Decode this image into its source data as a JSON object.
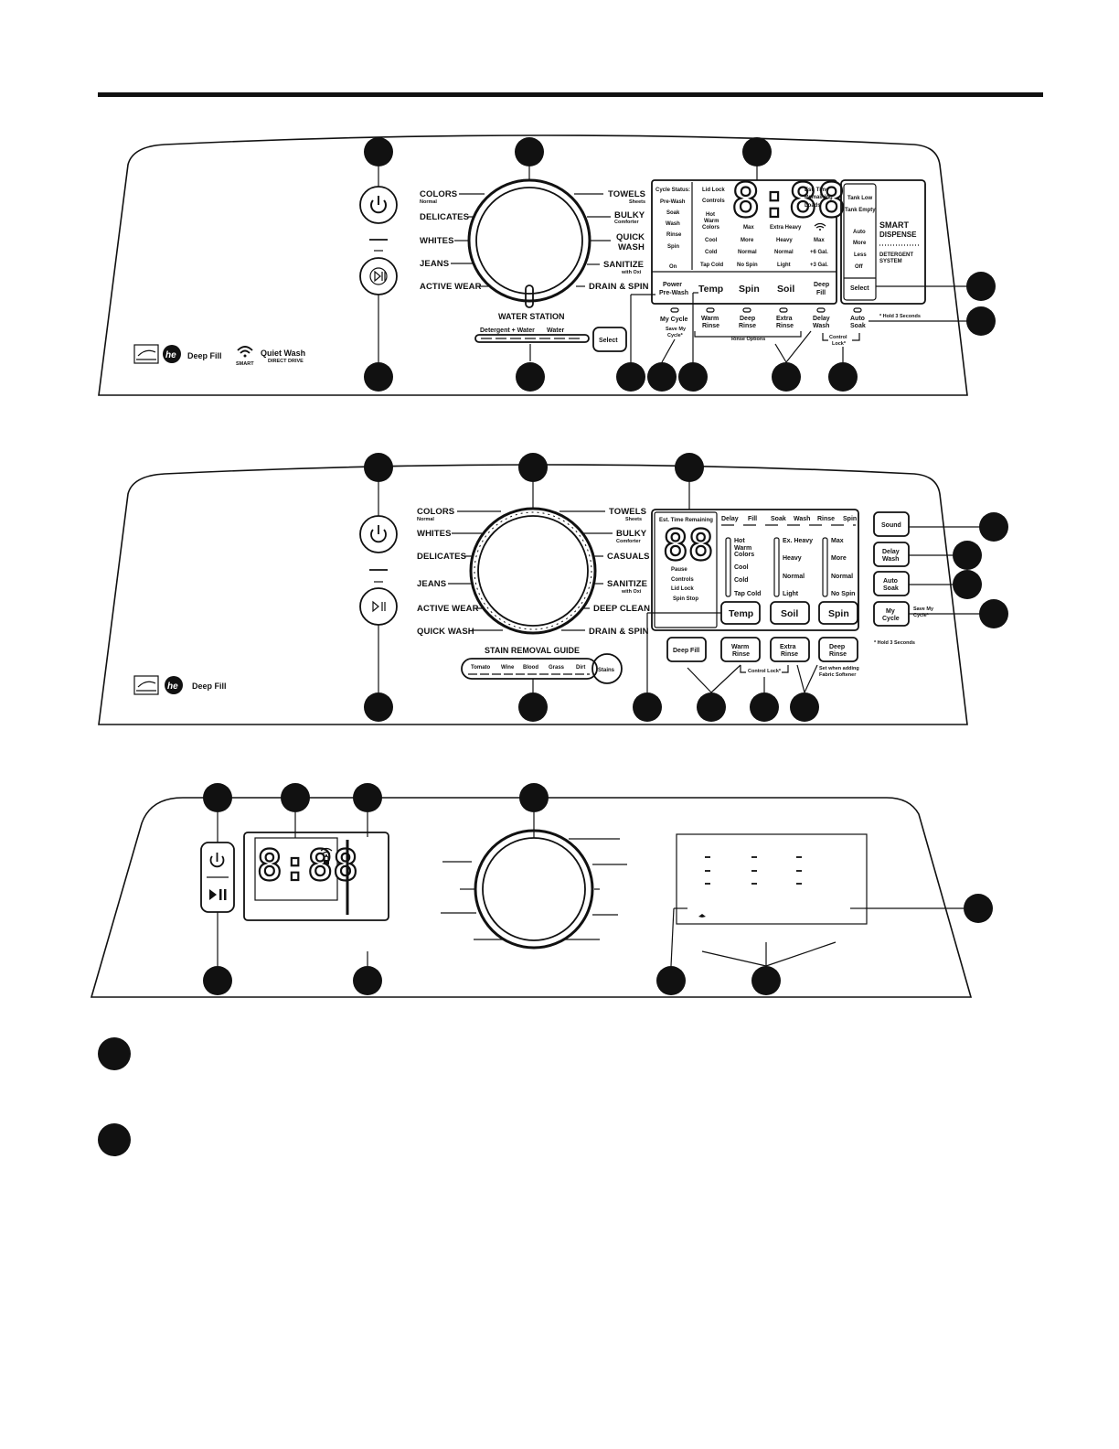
{
  "panel1": {
    "dial_left": [
      {
        "label": "COLORS",
        "sub": "Normal"
      },
      {
        "label": "DELICATES",
        "sub": ""
      },
      {
        "label": "WHITES",
        "sub": ""
      },
      {
        "label": "JEANS",
        "sub": ""
      },
      {
        "label": "ACTIVE WEAR",
        "sub": ""
      }
    ],
    "dial_right": [
      {
        "label": "TOWELS",
        "sub": "Sheets"
      },
      {
        "label": "BULKY",
        "sub": "Comforter"
      },
      {
        "label": "QUICK",
        "sub": "WASH"
      },
      {
        "label": "SANITIZE",
        "sub": "with Oxi"
      },
      {
        "label": "DRAIN & SPIN",
        "sub": ""
      }
    ],
    "water_station": {
      "title": "WATER STATION",
      "left": "Detergent + Water",
      "right": "Water",
      "select": "Select"
    },
    "display": {
      "time": "8:88",
      "col_status": [
        "Cycle Status:",
        "Pre-Wash",
        "Soak",
        "Wash",
        "Rinse",
        "Spin",
        "On"
      ],
      "col_lid": [
        "Lid Lock",
        "Controls"
      ],
      "col_temp": [
        "Hot",
        "Warm",
        "Colors",
        "Cool",
        "Cold",
        "Tap Cold"
      ],
      "col_spin": [
        "Max",
        "More",
        "Normal",
        "No Spin"
      ],
      "col_soil": [
        "Extra Heavy",
        "Heavy",
        "Normal",
        "Light"
      ],
      "col_fill": [
        "Max",
        "+6 Gal.",
        "+3 Gal."
      ],
      "est": [
        "Est. Time",
        "Remaining",
        "Loads"
      ],
      "buttons": [
        "Power",
        "Pre-Wash",
        "Temp",
        "Spin",
        "Soil",
        "Deep",
        "Fill"
      ]
    },
    "smart": {
      "tank_low": "Tank Low",
      "tank_empty": "Tank Empty",
      "levels": [
        "Auto",
        "More",
        "Less",
        "Off"
      ],
      "select": "Select",
      "title1": "SMART",
      "title2": "DISPENSE",
      "title3": "DETERGENT",
      "title4": "SYSTEM"
    },
    "below": {
      "my_cycle": "My Cycle",
      "save1": "Save My",
      "save2": "Cycle*",
      "warm_rinse": [
        "Warm",
        "Rinse"
      ],
      "deep_rinse": [
        "Deep",
        "Rinse"
      ],
      "extra_rinse": [
        "Extra",
        "Rinse"
      ],
      "delay_wash": [
        "Delay",
        "Wash"
      ],
      "auto_soak": [
        "Auto",
        "Soak"
      ],
      "rinse_options": "Rinse Options",
      "control_lock": [
        "Control",
        "Lock*"
      ],
      "hold": "* Hold 3 Seconds"
    },
    "logos": {
      "he": "he",
      "deep_fill": "Deep Fill",
      "smart": "SMART",
      "quiet": "Quiet Wash",
      "direct": "DIRECT DRIVE"
    }
  },
  "panel2": {
    "dial_left": [
      {
        "label": "COLORS",
        "sub": "Normal"
      },
      {
        "label": "WHITES",
        "sub": ""
      },
      {
        "label": "DELICATES",
        "sub": ""
      },
      {
        "label": "JEANS",
        "sub": ""
      },
      {
        "label": "ACTIVE WEAR",
        "sub": ""
      },
      {
        "label": "QUICK WASH",
        "sub": ""
      }
    ],
    "dial_right": [
      {
        "label": "TOWELS",
        "sub": "Sheets"
      },
      {
        "label": "BULKY",
        "sub": "Comforter"
      },
      {
        "label": "CASUALS",
        "sub": ""
      },
      {
        "label": "SANITIZE",
        "sub": "with Oxi"
      },
      {
        "label": "DEEP CLEAN",
        "sub": ""
      },
      {
        "label": "DRAIN & SPIN",
        "sub": ""
      }
    ],
    "stain": {
      "title": "STAIN REMOVAL GUIDE",
      "items": [
        "Tomato",
        "Wine",
        "Blood",
        "Grass",
        "Dirt"
      ],
      "button": "Stains"
    },
    "display": {
      "est": "Est. Time Remaining",
      "digits": "88",
      "status": [
        "Pause",
        "Controls",
        "Lid Lock",
        "Spin Stop"
      ],
      "phases": [
        "Delay",
        "Fill",
        "Soak",
        "Wash",
        "Rinse",
        "Spin"
      ],
      "temp": [
        "Hot",
        "Warm",
        "Colors",
        "Cool",
        "Cold",
        "Tap Cold"
      ],
      "soil": [
        "Ex. Heavy",
        "Heavy",
        "Normal",
        "Light"
      ],
      "spin": [
        "Max",
        "More",
        "Normal",
        "No Spin"
      ],
      "buttons": [
        "Temp",
        "Soil",
        "Spin"
      ]
    },
    "right_buttons": [
      [
        "Sound",
        ""
      ],
      [
        "Delay",
        "Wash"
      ],
      [
        "Auto",
        "Soak"
      ],
      [
        "My",
        "Cycle"
      ]
    ],
    "save": [
      "Save My",
      "Cycle*"
    ],
    "hold": "* Hold 3 Seconds",
    "bottom_buttons": [
      [
        "Deep Fill",
        ""
      ],
      [
        "Warm",
        "Rinse"
      ],
      [
        "Extra",
        "Rinse"
      ],
      [
        "Deep",
        "Rinse"
      ]
    ],
    "control_lock": "Control Lock*",
    "softener": [
      "Set when adding",
      "Fabric Softener"
    ],
    "logos": {
      "he": "he",
      "deep_fill": "Deep Fill"
    }
  },
  "panel3": {
    "time": "8:88"
  }
}
